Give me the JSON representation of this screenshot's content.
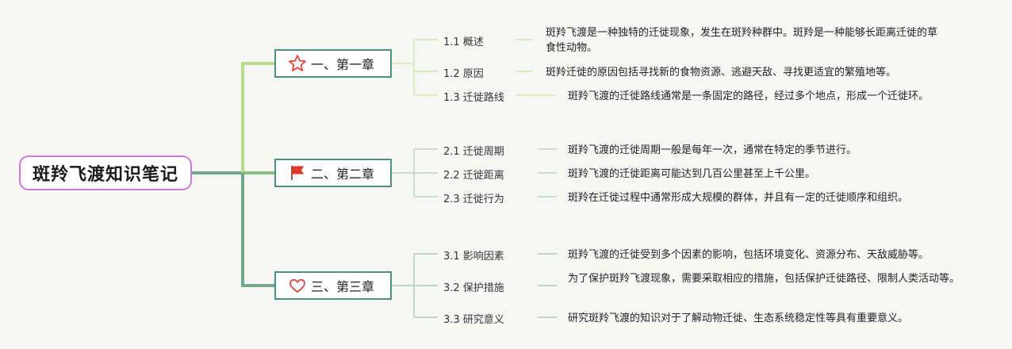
{
  "root": {
    "title": "斑羚飞渡知识笔记"
  },
  "chapters": [
    {
      "label": "一、第一章",
      "icon": "star-outline-icon",
      "sections": [
        {
          "label": "1.1 概述",
          "desc": "斑羚飞渡是一种独特的迁徙现象，发生在斑羚种群中。斑羚是一种能够长距离迁徙的草食性动物。"
        },
        {
          "label": "1.2 原因",
          "desc": "斑羚迁徙的原因包括寻找新的食物资源、逃避天敌、寻找更适宜的繁殖地等。"
        },
        {
          "label": "1.3 迁徙路线",
          "desc": "斑羚飞渡的迁徙路线通常是一条固定的路径，经过多个地点，形成一个迁徙环。"
        }
      ]
    },
    {
      "label": "二、第二章",
      "icon": "red-flag-icon",
      "sections": [
        {
          "label": "2.1 迁徙周期",
          "desc": "斑羚飞渡的迁徙周期一般是每年一次，通常在特定的季节进行。"
        },
        {
          "label": "2.2 迁徙距离",
          "desc": "斑羚飞渡的迁徙距离可能达到几百公里甚至上千公里。"
        },
        {
          "label": "2.3 迁徙行为",
          "desc": "斑羚在迁徙过程中通常形成大规模的群体，并且有一定的迁徙顺序和组织。"
        }
      ]
    },
    {
      "label": "三、第三章",
      "icon": "heart-outline-icon",
      "sections": [
        {
          "label": "3.1 影响因素",
          "desc": "斑羚飞渡的迁徙受到多个因素的影响，包括环境变化、资源分布、天敌威胁等。"
        },
        {
          "label": "3.2 保护措施",
          "desc": "为了保护斑羚飞渡现象，需要采取相应的措施，包括保护迁徙路径、限制人类活动等。"
        },
        {
          "label": "3.3 研究意义",
          "desc": "研究斑羚飞渡的知识对于了解动物迁徙、生态系统稳定性等具有重要意义。"
        }
      ]
    }
  ],
  "colors": {
    "root_border": "#c77ad6",
    "chapter_border": "#4c9081",
    "branch_1": "#b9dc8c",
    "branch_2": "#8cbf86",
    "branch_3": "#6fa88a",
    "star": "#e0453a",
    "flag": "#e03a2a",
    "heart": "#d94a4a"
  }
}
